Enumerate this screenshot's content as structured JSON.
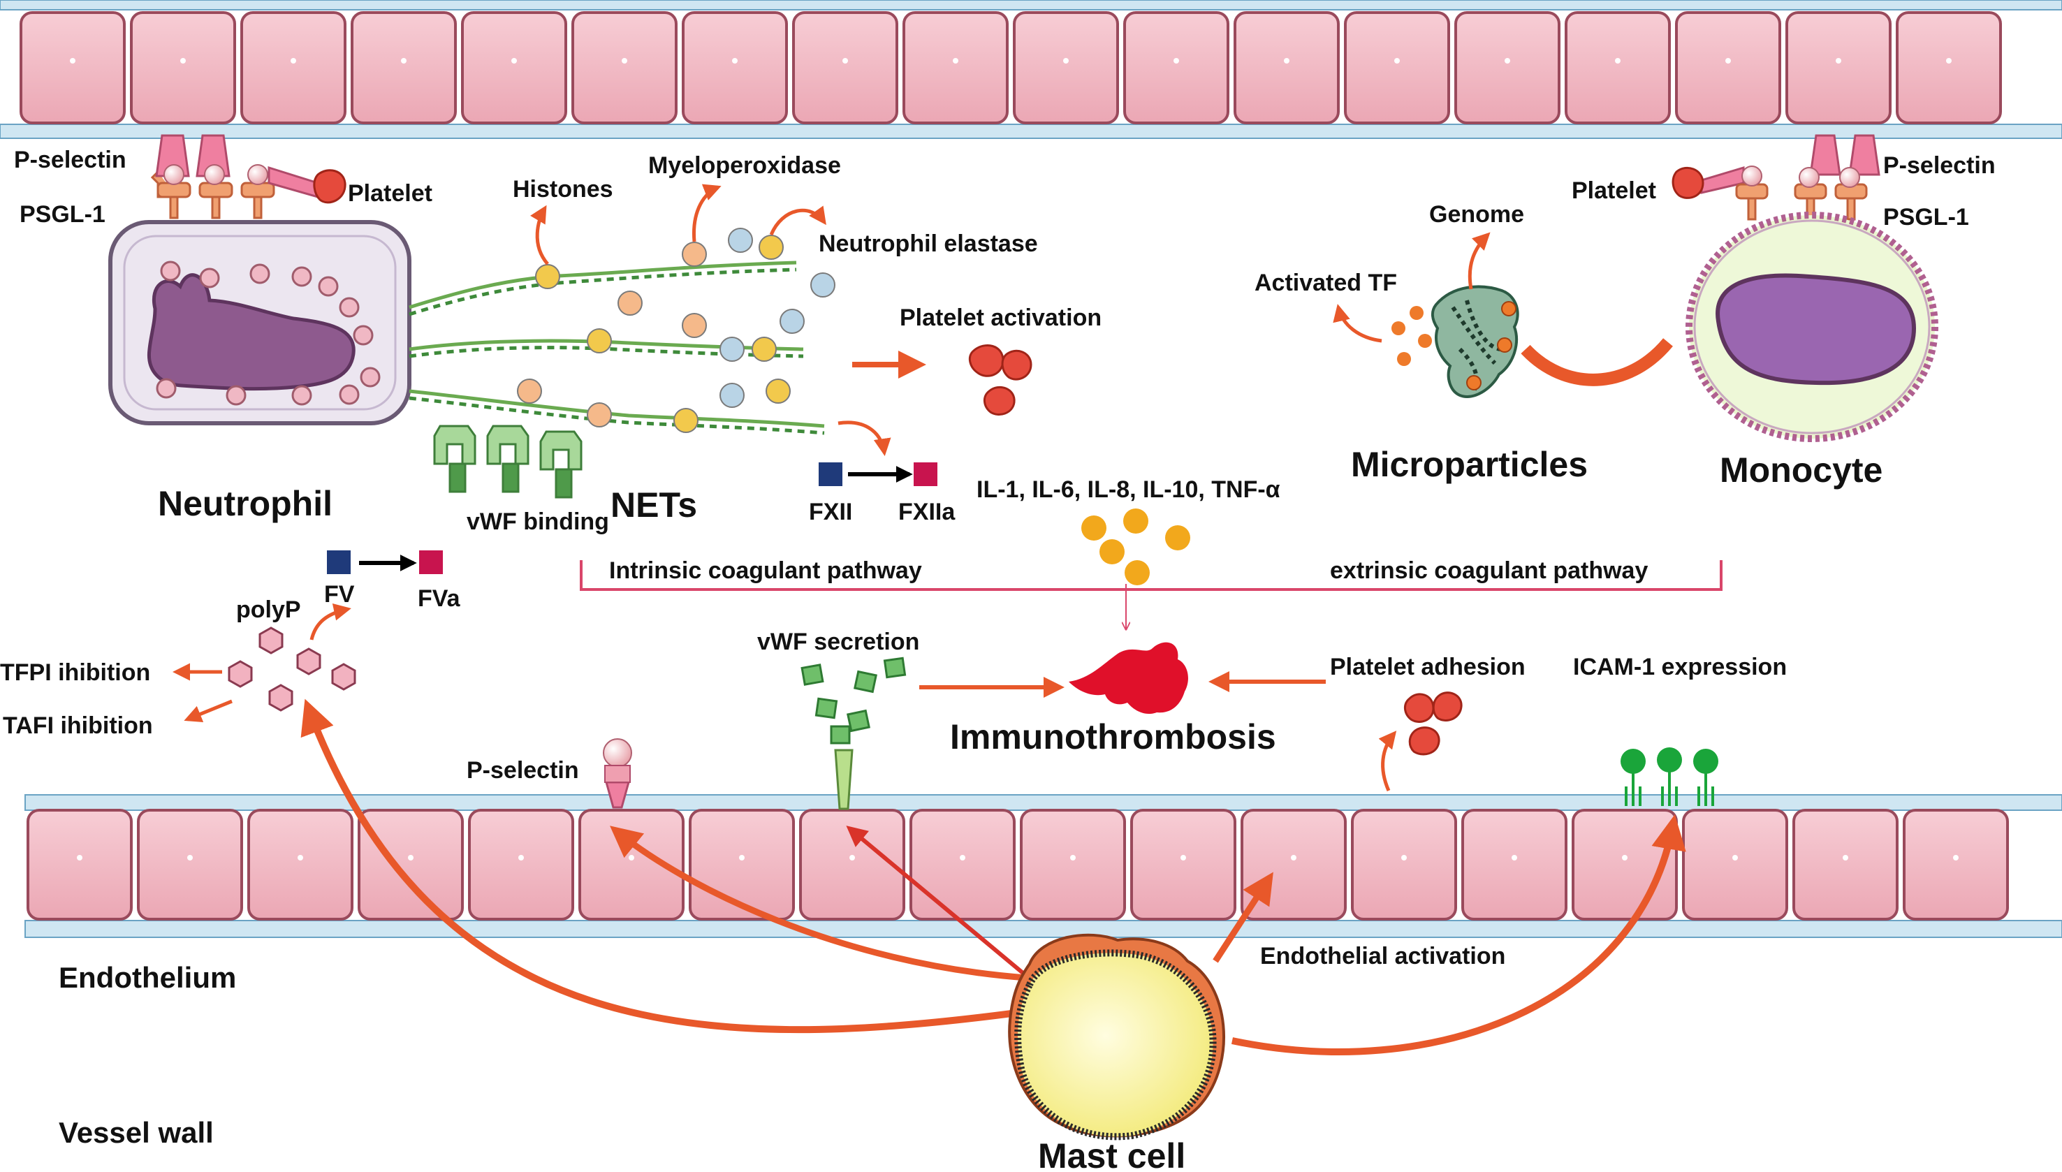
{
  "top_left_labels": {
    "p_selectin": "P-selectin",
    "psgl1": "PSGL-1",
    "platelet": "Platelet"
  },
  "top_right_labels": {
    "p_selectin": "P-selectin",
    "psgl1": "PSGL-1",
    "platelet": "Platelet"
  },
  "net_labels": {
    "histones": "Histones",
    "myeloperoxidase": "Myeloperoxidase",
    "neutrophil_elastase": "Neutrophil elastase",
    "platelet_activation": "Platelet activation",
    "vwf_binding": "vWF binding",
    "nets": "NETs",
    "neutrophil": "Neutrophil"
  },
  "factors": {
    "fxii": "FXII",
    "fxiia": "FXIIa",
    "fv": "FV",
    "fva": "FVa"
  },
  "cytokines": "IL-1, IL-6, IL-8, IL-10, TNF-α",
  "pathways": {
    "intrinsic": "Intrinsic coagulant pathway",
    "extrinsic": "extrinsic coagulant pathway"
  },
  "microparticle_labels": {
    "genome": "Genome",
    "activated_tf": "Activated TF",
    "microparticles": "Microparticles",
    "monocyte": "Monocyte"
  },
  "polyp_labels": {
    "polyp": "polyP",
    "tfpi": "TFPI ihibition",
    "tafi": "TAFI ihibition"
  },
  "center_labels": {
    "vwf_secretion": "vWF secretion",
    "platelet_adhesion": "Platelet adhesion",
    "icam1": "ICAM-1 expression",
    "immunothrombosis": "Immunothrombosis",
    "p_selectin_bottom": "P-selectin",
    "endothelial_activation": "Endothelial activation"
  },
  "bottom_labels": {
    "endothelium": "Endothelium",
    "vessel_wall": "Vessel wall",
    "mast_cell": "Mast cell"
  },
  "colors": {
    "cell_pink": "#f2b9c3",
    "cell_border": "#b06070",
    "arrow_orange": "#e8582a",
    "arrow_red": "#d9332a",
    "pathway_line": "#d9466a",
    "granule_yellow": "#f2c94c",
    "granule_peach": "#f5b98a",
    "granule_blue": "#b9d4e6",
    "fx_blue": "#1f3a7a",
    "fx_magenta": "#c8144e",
    "thrombus_red": "#e0102a",
    "mast_yellow": "#fbf6a8",
    "monocyte_green": "#eaf5cf",
    "nucleus_purple": "#9a66b0",
    "vwf_green": "#7fc27f",
    "icam_green": "#1aa53a"
  }
}
